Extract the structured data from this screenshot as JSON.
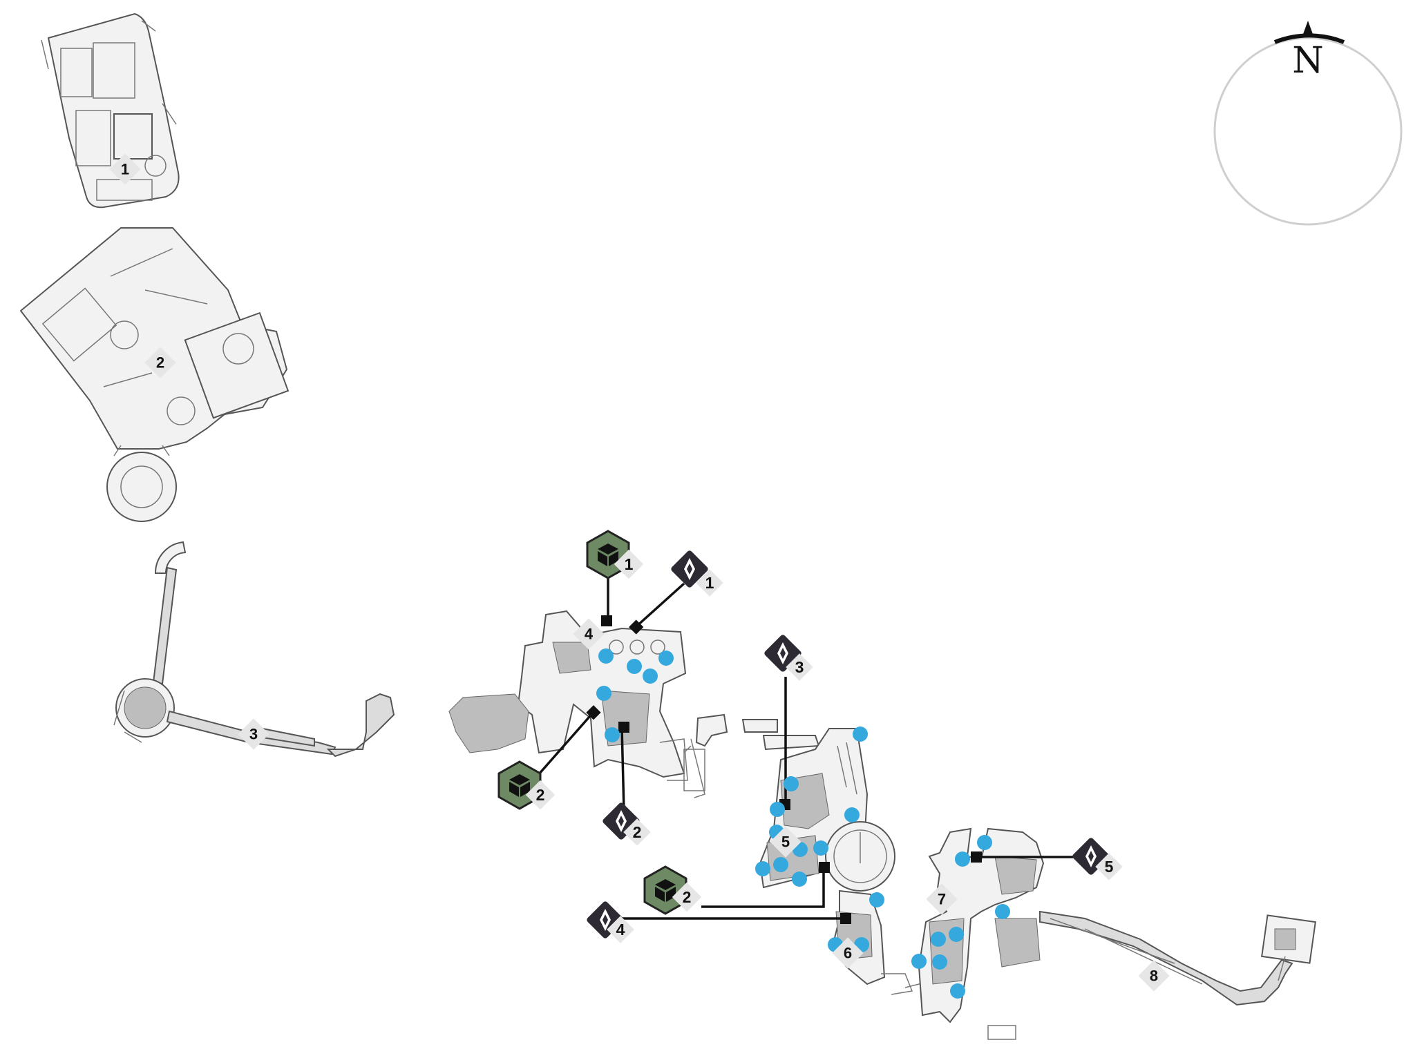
{
  "compass": {
    "letter": "N"
  },
  "zone_labels": [
    "1",
    "2",
    "3",
    "4",
    "5",
    "6",
    "7",
    "8"
  ],
  "crate_markers": [
    "1",
    "2",
    "2"
  ],
  "shard_markers": [
    "1",
    "2",
    "3",
    "4",
    "5"
  ],
  "colors": {
    "crate_fill": "#6e8a64",
    "shard_fill": "#2e2a33",
    "loot_dot": "#35a8de",
    "label_bg": "#e6e6e6"
  },
  "icons": {
    "crate": "crate-icon",
    "shard": "shard-icon",
    "loot": "loot-dot-icon",
    "anchor_square": "square-anchor-icon",
    "anchor_diamond": "diamond-anchor-icon"
  }
}
